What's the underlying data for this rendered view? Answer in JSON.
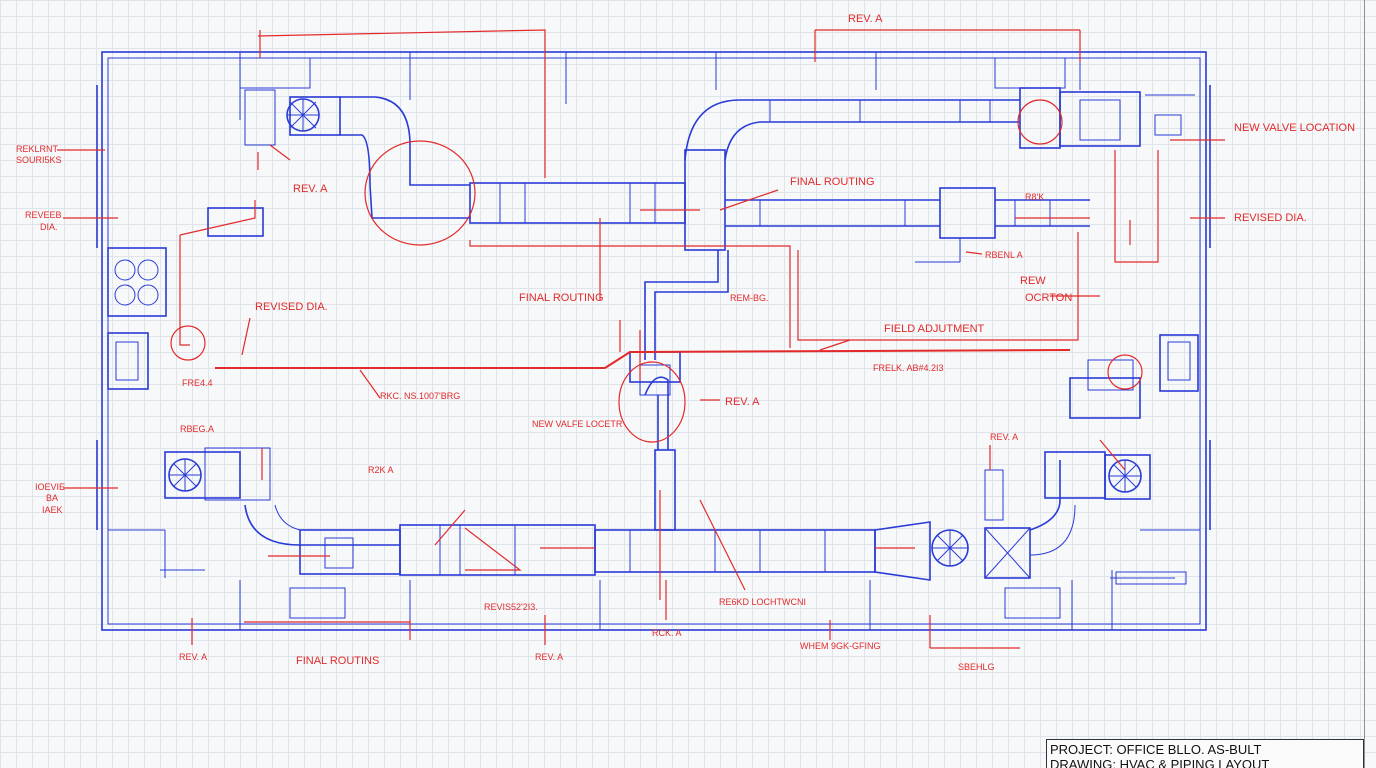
{
  "labels": {
    "rev_top": "REV. A",
    "new_valve_location": "NEW VALVE LOCATION",
    "revised_dia_right": "REVISED DIA.",
    "reklrnt_line1": "REKLRNT",
    "reklrnt_line2": "SOURI5KS",
    "reveeb_line1": "REVEEB",
    "reveeb_line2": "DIA.",
    "rev_a_upper_left": "REV. A",
    "final_routing_top": "FINAL ROUTING",
    "r8k": "R8'K",
    "rbenl_a": "RBENL A",
    "rew": "REW",
    "ocrton": "OCRTON",
    "revised_dia_left": "REVISED DIA.",
    "final_routing_mid": "FINAL ROUTING",
    "rem_bg": "REM-BG.",
    "field_adjustment": "FIELD ADJUTMENT",
    "frelk": "FRELK. AB#4.2I3",
    "fre4": "FRE4.4",
    "rkc_line": "RKC. NS.1007'BRG",
    "new_valve_locetr": "NEW VALFE LOCETR",
    "rev_a_center": "REV. A",
    "rev_a_small": "REV. A",
    "r2k_a": "R2K A",
    "rbeg_a": "RBEG.A",
    "ioevie_line1": "IOEVIE",
    "ioevie_line2": "BA",
    "ioevie_line3": "IAEK",
    "rev_a_bottom_left": "REV. A",
    "final_routins": "FINAL ROUTINS",
    "revis": "REVIS52'2I3.",
    "rev_a_bottom_mid": "REV. A",
    "rck_a": "RCK. A",
    "re6kd": "RE6KD LOCHTWCNI",
    "whem": "WHEM 9GK-GFING",
    "sbehlg": "SBEHLG"
  },
  "title_block": {
    "project": "PROJECT: OFFICE BLLO. AS-BULT",
    "drawing": "DRAWING: HVAC & PIPING LAYOUT"
  },
  "colors": {
    "ductwork": "#2a3bd6",
    "markup": "#e32a2a",
    "grid": "#dfe3ea"
  }
}
